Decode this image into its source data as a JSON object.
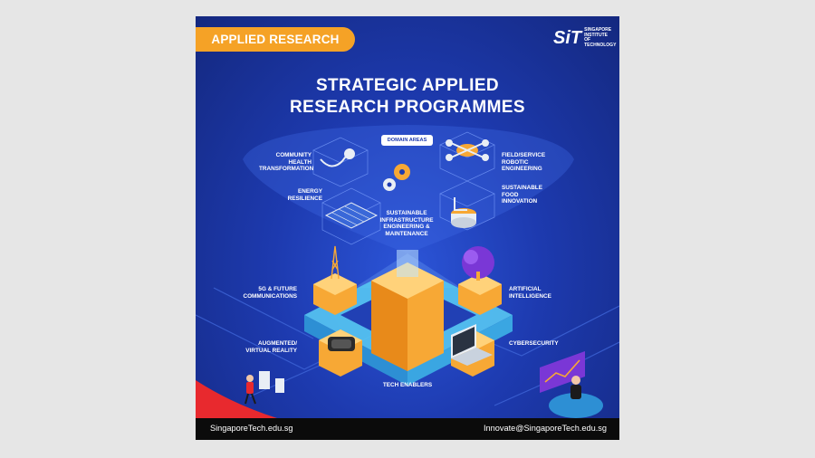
{
  "header": {
    "tag": "APPLIED RESEARCH",
    "logo_mark": "SiT",
    "logo_text": "SINGAPORE INSTITUTE OF TECHNOLOGY"
  },
  "title": {
    "line1": "STRATEGIC APPLIED",
    "line2": "RESEARCH PROGRAMMES"
  },
  "domain_areas": {
    "label": "DOMAIN AREAS",
    "community_health": "COMMUNITY HEALTH TRANSFORMATION",
    "field_robotic": "FIELD/SERVICE ROBOTIC ENGINEERING",
    "energy": "ENERGY RESILIENCE",
    "food": "SUSTAINABLE FOOD INNOVATION",
    "infrastructure": "SUSTAINABLE INFRASTRUCTURE ENGINEERING & MAINTENANCE"
  },
  "tech": {
    "five_g": "5G & FUTURE COMMUNICATIONS",
    "ai": "ARTIFICIAL INTELLIGENCE",
    "ar_vr": "AUGMENTED/ VIRTUAL REALITY",
    "cyber": "CYBERSECURITY",
    "enablers": "TECH ENABLERS"
  },
  "footer": {
    "website": "SingaporeTech.edu.sg",
    "email": "Innovate@SingaporeTech.edu.sg"
  },
  "colors": {
    "orange": "#f5a226",
    "blue_dark": "#14287f",
    "blue": "#1d3aaf",
    "cyan": "#57c7f2"
  }
}
